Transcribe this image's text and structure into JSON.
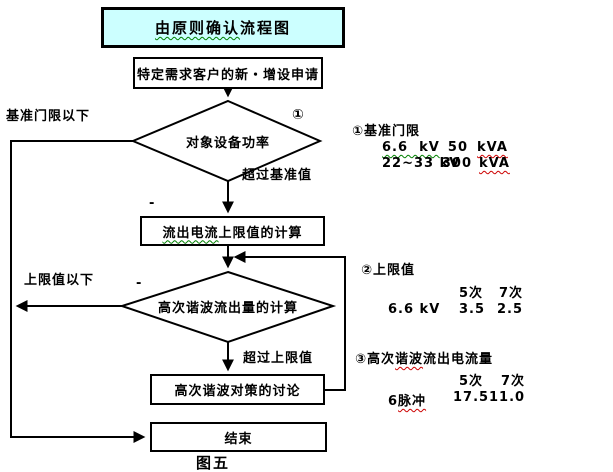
{
  "title_box": {
    "text_wavy": "由原则确认",
    "text_plain": "流程图"
  },
  "caption": "图五",
  "nodes": {
    "start": "特定需求客户的新・增设申请",
    "decision1": "对象设备功率",
    "process1_wavy": "流出电流",
    "process1_plain": "上限值的计算",
    "decision2": "高次谐波流出量的计算",
    "process2": "高次谐波对策的讨论",
    "end": "结束"
  },
  "labels": {
    "below_threshold": "基准门限以下",
    "over_threshold": "超过基准值",
    "ref1_mark": "①",
    "below_limit": "上限值以下",
    "over_limit": "超过上限值",
    "dash1": "-",
    "dash2": "-"
  },
  "notes": {
    "note1": {
      "title": "①基准门限",
      "rows": [
        {
          "label": "6.6  kV",
          "value": "50",
          "unit": "kVA"
        },
        {
          "label": "22~33 kV",
          "value": "300",
          "unit": "kVA"
        }
      ]
    },
    "note2": {
      "title": "②上限值",
      "header": {
        "col1": "5次",
        "col2": "7次"
      },
      "row": {
        "label": "6.6 kV",
        "val1": "3.5",
        "val2": "2.5"
      }
    },
    "note3": {
      "title_pre": "③高次",
      "title_wavy": "谐波",
      "title_post": "流出电流量",
      "header": {
        "col1": "5次",
        "col2": "7次"
      },
      "row": {
        "label_pre": "6",
        "label_wavy": "脉冲",
        "val1": "17.5",
        "val2": "11.0"
      }
    }
  },
  "colors": {
    "title_bg": "#ccffff",
    "line": "#000000",
    "wavy_green": "#008000",
    "wavy_red": "#cc0000"
  }
}
